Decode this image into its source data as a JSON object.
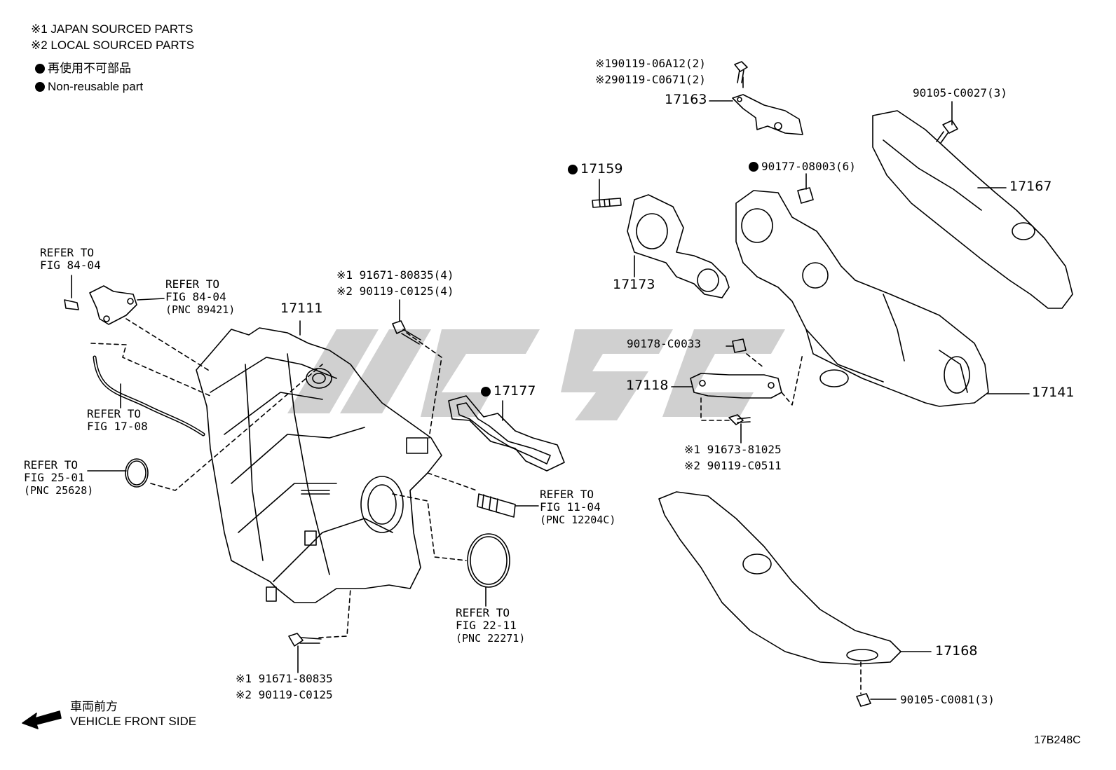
{
  "legend": {
    "line1": "※1 JAPAN SOURCED PARTS",
    "line2": "※2 LOCAL SOURCED PARTS",
    "nonreusable_jp": "再使用不可部品",
    "nonreusable_en": "Non-reusable part"
  },
  "front": {
    "jp": "車両前方",
    "en": "VEHICLE FRONT SIDE"
  },
  "figure_code": "17B248C",
  "labels": {
    "p90119_06a12": "※190119-06A12(2)",
    "p90119_c0671": "※290119-C0671(2)",
    "p17163": "17163",
    "p90105_c0027": "90105-C0027(3)",
    "p17159": "17159",
    "p90177_08003": "90177-08003(6)",
    "p17167": "17167",
    "p17173": "17173",
    "p90178_c0033": "90178-C0033",
    "p17118": "17118",
    "p17141": "17141",
    "p91673_81025": "※1 91673-81025",
    "p90119_c0511": "※2 90119-C0511",
    "p17168": "17168",
    "p90105_c0081": "90105-C0081(3)",
    "p17111": "17111",
    "p91671_80835_a": "※1 91671-80835(4)",
    "p90119_c0125_a": "※2 90119-C0125(4)",
    "p17177": "17177",
    "p91671_80835_b": "※1 91671-80835",
    "p90119_c0125_b": "※2 90119-C0125"
  },
  "refs": {
    "r1": {
      "l1": "REFER TO",
      "l2": "FIG 84-04"
    },
    "r2": {
      "l1": "REFER TO",
      "l2": "FIG 84-04",
      "l3": "(PNC 89421)"
    },
    "r3": {
      "l1": "REFER TO",
      "l2": "FIG 17-08"
    },
    "r4": {
      "l1": "REFER TO",
      "l2": "FIG 25-01",
      "l3": "(PNC 25628)"
    },
    "r5": {
      "l1": "REFER TO",
      "l2": "FIG 11-04",
      "l3": "(PNC 12204C)"
    },
    "r6": {
      "l1": "REFER TO",
      "l2": "FIG 22-11",
      "l3": "(PNC 22271)"
    }
  }
}
